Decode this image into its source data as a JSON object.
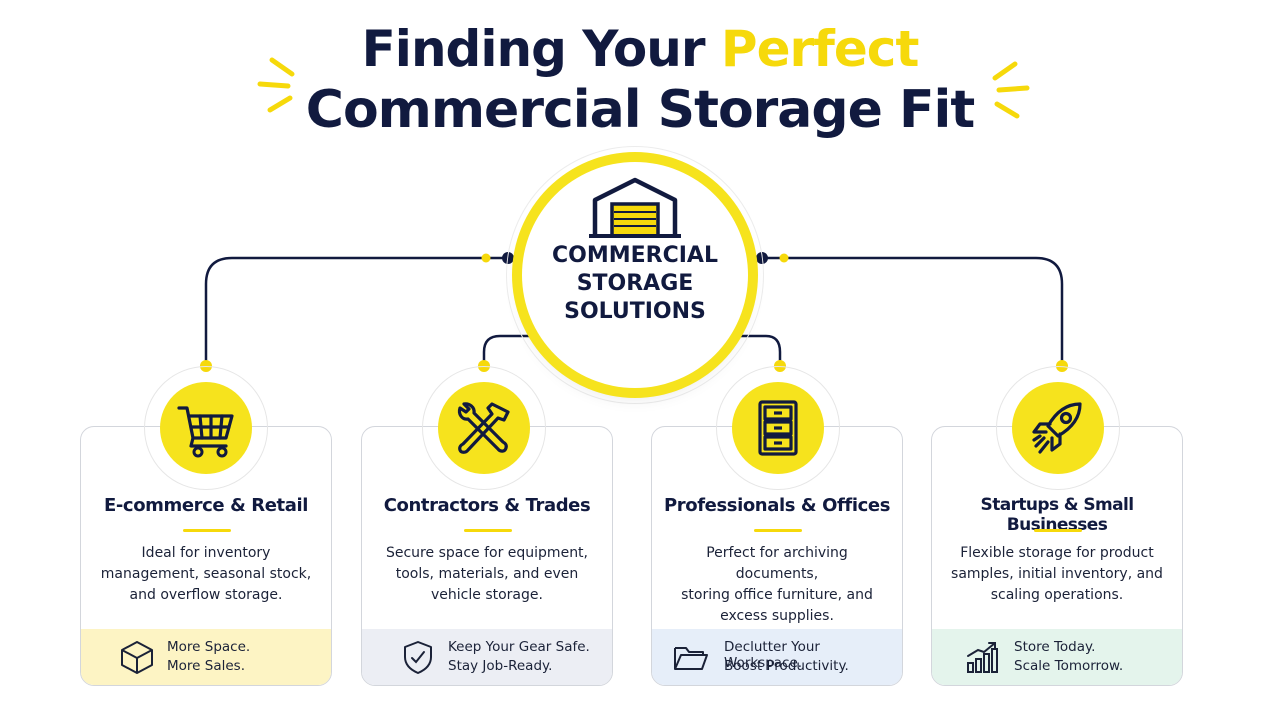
{
  "title": {
    "line1_prefix": "Finding Your",
    "line1_accent": "Perfect",
    "line2": "Commercial Storage Fit"
  },
  "hub": {
    "icon": "warehouse-icon",
    "line1": "COMMERCIAL",
    "line2": "STORAGE",
    "line3": "SOLUTIONS"
  },
  "colors": {
    "accent": "#f6e31d",
    "navy": "#111a3f"
  },
  "cards": [
    {
      "icon": "shopping-cart-icon",
      "title": "E-commerce & Retail",
      "desc_lines": [
        "Ideal for inventory",
        "management, seasonal stock,",
        "and overflow storage."
      ],
      "footer_icon": "box-icon",
      "footer_lines": [
        "More Space.",
        "More Sales."
      ],
      "footer_color": "#fdf4c4"
    },
    {
      "icon": "tools-icon",
      "title": "Contractors & Trades",
      "desc_lines": [
        "Secure space for equipment,",
        "tools, materials, and even",
        "vehicle storage."
      ],
      "footer_icon": "shield-check-icon",
      "footer_lines": [
        "Keep Your Gear Safe.",
        "Stay Job-Ready."
      ],
      "footer_color": "#eceef4"
    },
    {
      "icon": "filing-cabinet-icon",
      "title": "Professionals & Offices",
      "desc_lines": [
        "Perfect for archiving documents,",
        "storing office furniture, and",
        "excess supplies."
      ],
      "footer_icon": "folder-icon",
      "footer_lines": [
        "Declutter Your Workspace.",
        "Boost Productivity."
      ],
      "footer_color": "#e6eef9"
    },
    {
      "icon": "rocket-icon",
      "title": "Startups & Small Businesses",
      "desc_lines": [
        "Flexible storage for product",
        "samples, initial inventory, and",
        "scaling operations."
      ],
      "footer_icon": "growth-chart-icon",
      "footer_lines": [
        "Store Today.",
        "Scale Tomorrow."
      ],
      "footer_color": "#e4f4ec"
    }
  ]
}
